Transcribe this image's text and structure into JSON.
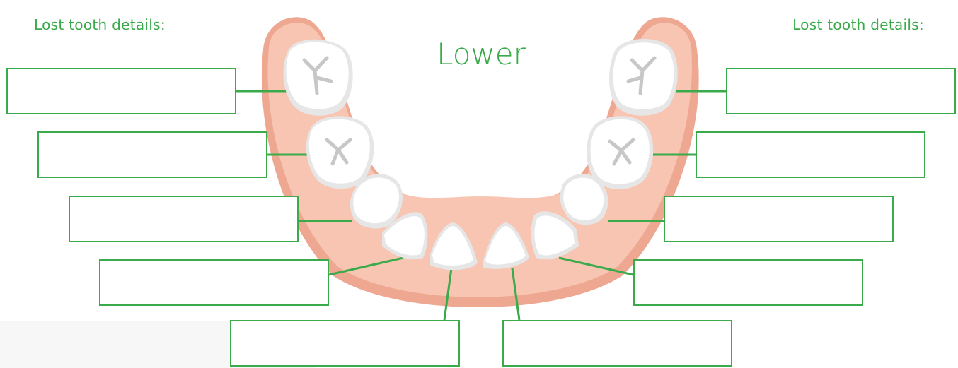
{
  "headings": {
    "left": "Lost tooth details:",
    "right": "Lost tooth details:"
  },
  "jaw": {
    "label": "Lower"
  },
  "colors": {
    "accent": "#3aaa4a",
    "gum": "#f7c5b2",
    "gum_edge": "#eea892",
    "tooth": "#ffffff",
    "tooth_shade": "#e6e6e6",
    "fissure": "#c7c7c7"
  },
  "fields": [
    {
      "id": "left-molar-2",
      "value": ""
    },
    {
      "id": "left-molar-1",
      "value": ""
    },
    {
      "id": "left-premolar",
      "value": ""
    },
    {
      "id": "left-canine",
      "value": ""
    },
    {
      "id": "left-incisor-lateral",
      "value": ""
    },
    {
      "id": "left-incisor-central",
      "value": ""
    },
    {
      "id": "right-molar-2",
      "value": ""
    },
    {
      "id": "right-molar-1",
      "value": ""
    },
    {
      "id": "right-premolar",
      "value": ""
    },
    {
      "id": "right-canine",
      "value": ""
    },
    {
      "id": "right-incisor-lateral",
      "value": ""
    },
    {
      "id": "right-incisor-central",
      "value": ""
    }
  ]
}
